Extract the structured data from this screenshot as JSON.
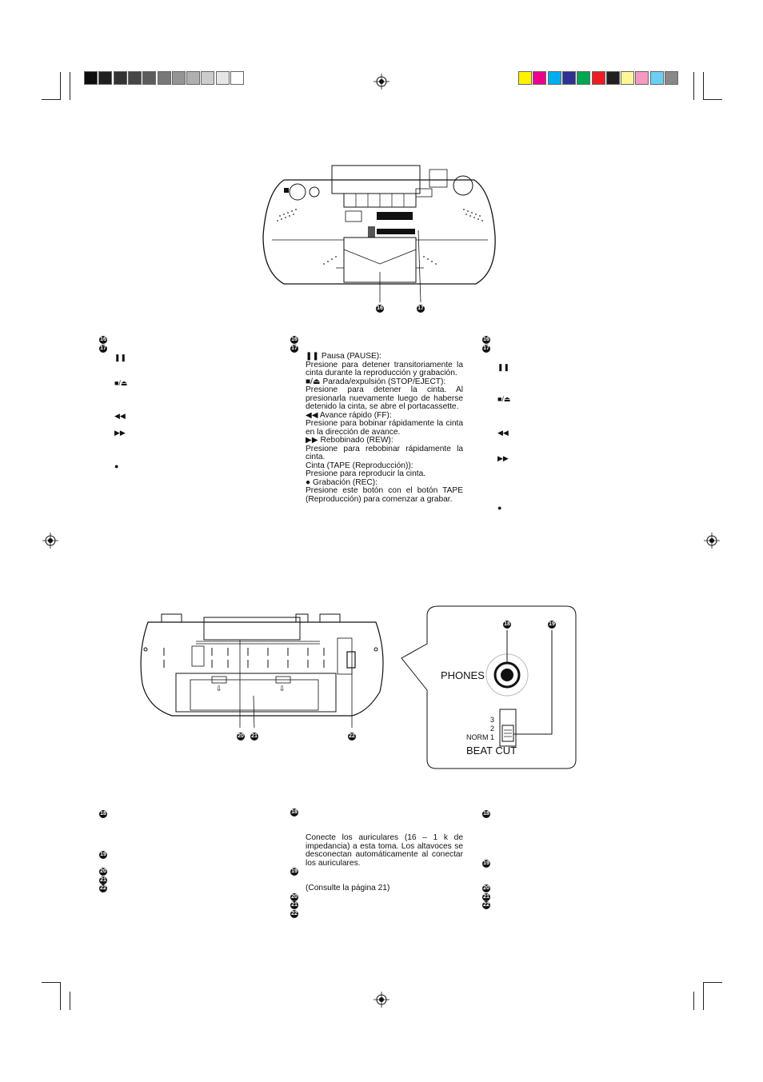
{
  "color_bars": {
    "grays": [
      "#0d0d0d",
      "#1f1f1f",
      "#333333",
      "#474747",
      "#5c5c5c",
      "#787878",
      "#949494",
      "#b0b0b0",
      "#cccccc",
      "#e6e6e6",
      "#ffffff"
    ],
    "colors": [
      "#fff200",
      "#ec008c",
      "#00aeef",
      "#2e3192",
      "#00a651",
      "#ed1c24",
      "#231f20",
      "#fff799",
      "#f49ac1",
      "#6dcff6",
      "#898989"
    ]
  },
  "top_diagram": {
    "callout_16": "16",
    "callout_17": "17"
  },
  "col1_top": {
    "n16": "16",
    "n17": "17",
    "pause_sym": "❚❚",
    "stop_sym": "■/⏏",
    "rew_sym": "◀◀",
    "ff_sym": "▶▶",
    "rec_sym": "●"
  },
  "col2_top": {
    "n16": "16",
    "n17": "17",
    "pause_title": "❚❚ Pausa (PAUSE):",
    "pause_desc": "Presione para detener transitoriamente la cinta durante la reproducción y grabación.",
    "stop_title": "■/⏏ Parada/expulsión (STOP/EJECT):",
    "stop_desc": "Presione para detener la cinta. Al presionarla nuevamente luego de haberse detenido la cinta, se abre el portacassette.",
    "ff_title": "◀◀ Avance rápido (FF):",
    "ff_desc": "Presione para bobinar rápidamente la cinta en la dirección de avance.",
    "rew_title": "▶▶ Rebobinado (REW):",
    "rew_desc": "Presione para rebobinar rápidamente la cinta.",
    "tape_title": "Cinta (TAPE (Reproducción)):",
    "tape_desc": "Presione para reproducir la cinta.",
    "rec_title": "● Grabación (REC):",
    "rec_desc": "Presione este botón con el botón TAPE (Reproducción) para comenzar a grabar."
  },
  "col3_top": {
    "n16": "16",
    "n17": "17",
    "pause_sym": "❚❚",
    "stop_sym": "■/⏏",
    "rew_sym": "◀◀",
    "ff_sym": "▶▶",
    "rec_sym": "●"
  },
  "bottom_diagram": {
    "callout_20": "20",
    "callout_21": "21",
    "callout_22": "22",
    "callout_18": "18",
    "callout_19": "19",
    "phones_label": "PHONES",
    "beat_cut_label": "BEAT CUT",
    "switch_3": "3",
    "switch_2": "2",
    "switch_norm1": "NORM 1"
  },
  "col1_bottom": {
    "n18": "18",
    "n19": "19",
    "n20": "20",
    "n21": "21",
    "n22": "22"
  },
  "col2_bottom": {
    "n18": "18",
    "n19": "19",
    "n20": "20",
    "n21": "21",
    "n22": "22",
    "phones_desc": "Conecte los auriculares (16   – 1 k   de impedancia) a esta toma. Los altavoces se desconectan automáticamente al conectar los auriculares.",
    "see_page": "(Consulte la página 21)"
  },
  "col3_bottom": {
    "n18": "18",
    "n19": "19",
    "n20": "20",
    "n21": "21",
    "n22": "22"
  }
}
